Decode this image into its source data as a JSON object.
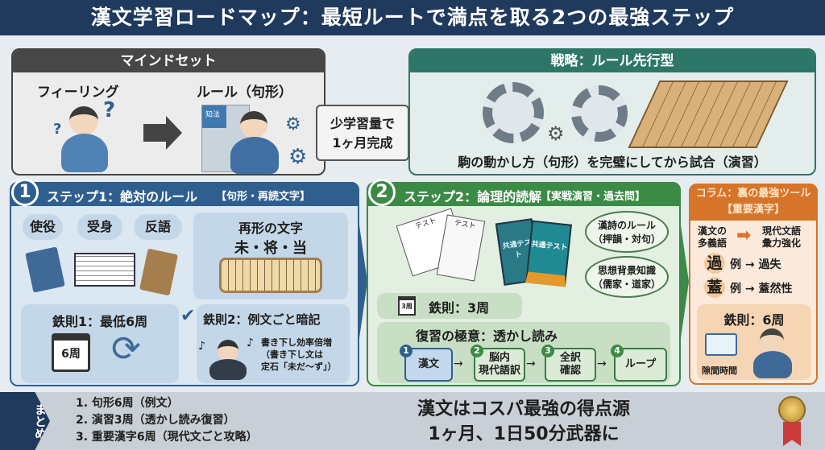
{
  "title": "漢文学習ロードマップ：最短ルートで満点を取る2つの最強ステップ",
  "mindset": {
    "header": "マインドセット",
    "from": "フィーリング",
    "to": "ルール（句形）",
    "puzzle_label": "知法"
  },
  "callout": {
    "line1": "少学習量で",
    "line2": "1ヶ月完成"
  },
  "strategy": {
    "header": "戦略：ルール先行型",
    "caption": "駒の動かし方（句形）を完璧にしてから試合（演習）"
  },
  "step1": {
    "number": "1",
    "header": "ステップ1：絶対のルール",
    "tag": "【句形・再読文字】",
    "pills": [
      "使役",
      "受身",
      "反語"
    ],
    "reread_title": "再形の文字",
    "reread_chars": "未・将・当",
    "rule1": "鉄則1：最低6周",
    "calendar_label": "6周",
    "rule2": "鉄則2：例文ごと暗記",
    "rule2_line1": "書き下し効率倍増",
    "rule2_line2": "（書き下し文は",
    "rule2_line3": "定石「未だ〜ず」）"
  },
  "step2": {
    "number": "2",
    "header": "ステップ2：論理的読解",
    "tag": "【実戦演習・過去問】",
    "paper_label": "テスト",
    "book_label": "共通テスト",
    "bubbles": [
      {
        "line1": "漢詩のルール",
        "line2": "（押韻・対句）"
      },
      {
        "line1": "思想背景知識",
        "line2": "（儒家・道家）"
      }
    ],
    "rule": "鉄則：3周",
    "calendar_label": "3周",
    "review_title": "復習の極意：透かし読み",
    "flow": [
      {
        "n": "1",
        "label": "漢文"
      },
      {
        "n": "2",
        "label": "脳内\n現代語訳"
      },
      {
        "n": "3",
        "label": "全訳\n確認"
      },
      {
        "n": "4",
        "label": "ループ"
      }
    ]
  },
  "column": {
    "header1": "コラム：裏の最強ツール",
    "header2": "【重要漢字】",
    "from": "漢文の\n多義語",
    "to": "現代文語\n彙力強化",
    "examples": [
      {
        "kanji": "過",
        "text": "例 → 過失"
      },
      {
        "kanji": "蓋",
        "text": "例 → 蓋然性"
      }
    ],
    "rule": "鉄則：6周",
    "spare_time": "隙間時間"
  },
  "summary": {
    "tab": "まとめ",
    "items": [
      "1. 句形6周（例文）",
      "2. 演習3周（透かし読み復習）",
      "3. 重要漢字6周（現代文ごと攻略）"
    ],
    "headline1": "漢文はコスパ最強の得点源",
    "headline2": "1ヶ月、1日50分武器に"
  },
  "colors": {
    "navy": "#1f3a5c",
    "blue": "#2f5f8f",
    "green": "#3b8a45",
    "orange": "#d6742a",
    "teal": "#2d7668"
  }
}
